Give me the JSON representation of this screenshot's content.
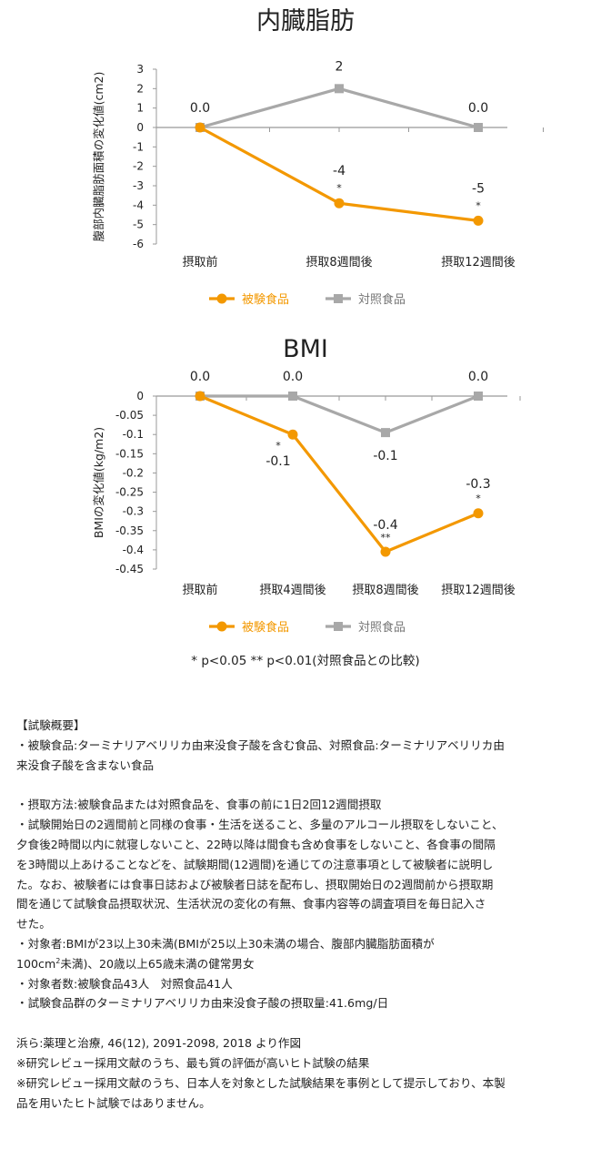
{
  "chart_data": [
    {
      "type": "line",
      "title": "内臓脂肪",
      "ylabel": "腹部内臓脂肪面積の変化値(cm2)",
      "categories": [
        "摂取前",
        "摂取8週間後",
        "摂取12週間後"
      ],
      "ylim": [
        -6,
        3
      ],
      "yticks": [
        "3",
        "2",
        "1",
        "0",
        "-1",
        "-2",
        "-3",
        "-4",
        "-5",
        "-6"
      ],
      "series": [
        {
          "name": "被験食品",
          "color": "#f39800",
          "marker": "circle",
          "values": [
            0.0,
            -3.9,
            -4.8
          ],
          "labels": [
            "0.0",
            "-4",
            "-5"
          ],
          "sig": [
            "",
            "*",
            "*"
          ]
        },
        {
          "name": "対照食品",
          "color": "#a8a8a8",
          "marker": "square",
          "values": [
            0.0,
            2.0,
            0.0
          ],
          "labels": [
            "",
            "2",
            "0.0"
          ],
          "sig": [
            "",
            "",
            ""
          ]
        }
      ]
    },
    {
      "type": "line",
      "title": "BMI",
      "ylabel": "BMIの変化値(kg/m2)",
      "categories": [
        "摂取前",
        "摂取4週間後",
        "摂取8週間後",
        "摂取12週間後"
      ],
      "ylim": [
        -0.45,
        0
      ],
      "yticks": [
        "0",
        "-0.05",
        "-0.1",
        "-0.15",
        "-0.2",
        "-0.25",
        "-0.3",
        "-0.35",
        "-0.4",
        "-0.45"
      ],
      "series": [
        {
          "name": "被験食品",
          "color": "#f39800",
          "marker": "circle",
          "values": [
            0.0,
            -0.1,
            -0.405,
            -0.305
          ],
          "labels": [
            "0.0",
            "-0.1",
            "-0.4",
            "-0.3"
          ],
          "sig": [
            "",
            "*",
            "**",
            "*"
          ]
        },
        {
          "name": "対照食品",
          "color": "#a8a8a8",
          "marker": "square",
          "values": [
            0.0,
            0.0,
            -0.095,
            0.0
          ],
          "labels": [
            "",
            "0.0",
            "-0.1",
            "0.0"
          ],
          "sig": [
            "",
            "",
            "",
            ""
          ]
        }
      ]
    }
  ],
  "footnote": "* p<0.05 ** p<0.01(対照食品との比較)",
  "notes": {
    "header": "【試験概要】",
    "lines1": [
      "・被験食品:ターミナリアベリリカ由来没食子酸を含む食品、対照食品:ターミナリアベリリカ由",
      "来没食子酸を含まない食品"
    ],
    "lines2": [
      "・摂取方法:被験食品または対照食品を、食事の前に1日2回12週間摂取",
      "・試験開始日の2週間前と同様の食事・生活を送ること、多量のアルコール摂取をしないこと、",
      "夕食後2時間以内に就寝しないこと、22時以降は間食も含め食事をしないこと、各食事の間隔",
      "を3時間以上あけることなどを、試験期間(12週間)を通じての注意事項として被験者に説明し",
      "た。なお、被験者には食事日誌および被験者日誌を配布し、摂取開始日の2週間前から摂取期",
      "間を通じて試験食品摂取状況、生活状況の変化の有無、食事内容等の調査項目を毎日記入さ",
      "せた。",
      "・対象者:BMIが23以上30未満(BMIが25以上30未満の場合、腹部内臓脂肪面積が"
    ],
    "line_area_pre": "100cm",
    "line_area_sup": "2",
    "line_area_post": "未満)、20歳以上65歳未満の健常男女",
    "lines3": [
      "・対象者数:被験食品43人　対照食品41人",
      "・試験食品群のターミナリアベリリカ由来没食子酸の摂取量:41.6mg/日"
    ],
    "lines4": [
      "浜ら:薬理と治療, 46(12), 2091-2098, 2018 より作図",
      "※研究レビュー採用文献のうち、最も質の評価が高いヒト試験の結果",
      "※研究レビュー採用文献のうち、日本人を対象とした試験結果を事例として提示しており、本製",
      "品を用いたヒト試験ではありません。"
    ]
  }
}
